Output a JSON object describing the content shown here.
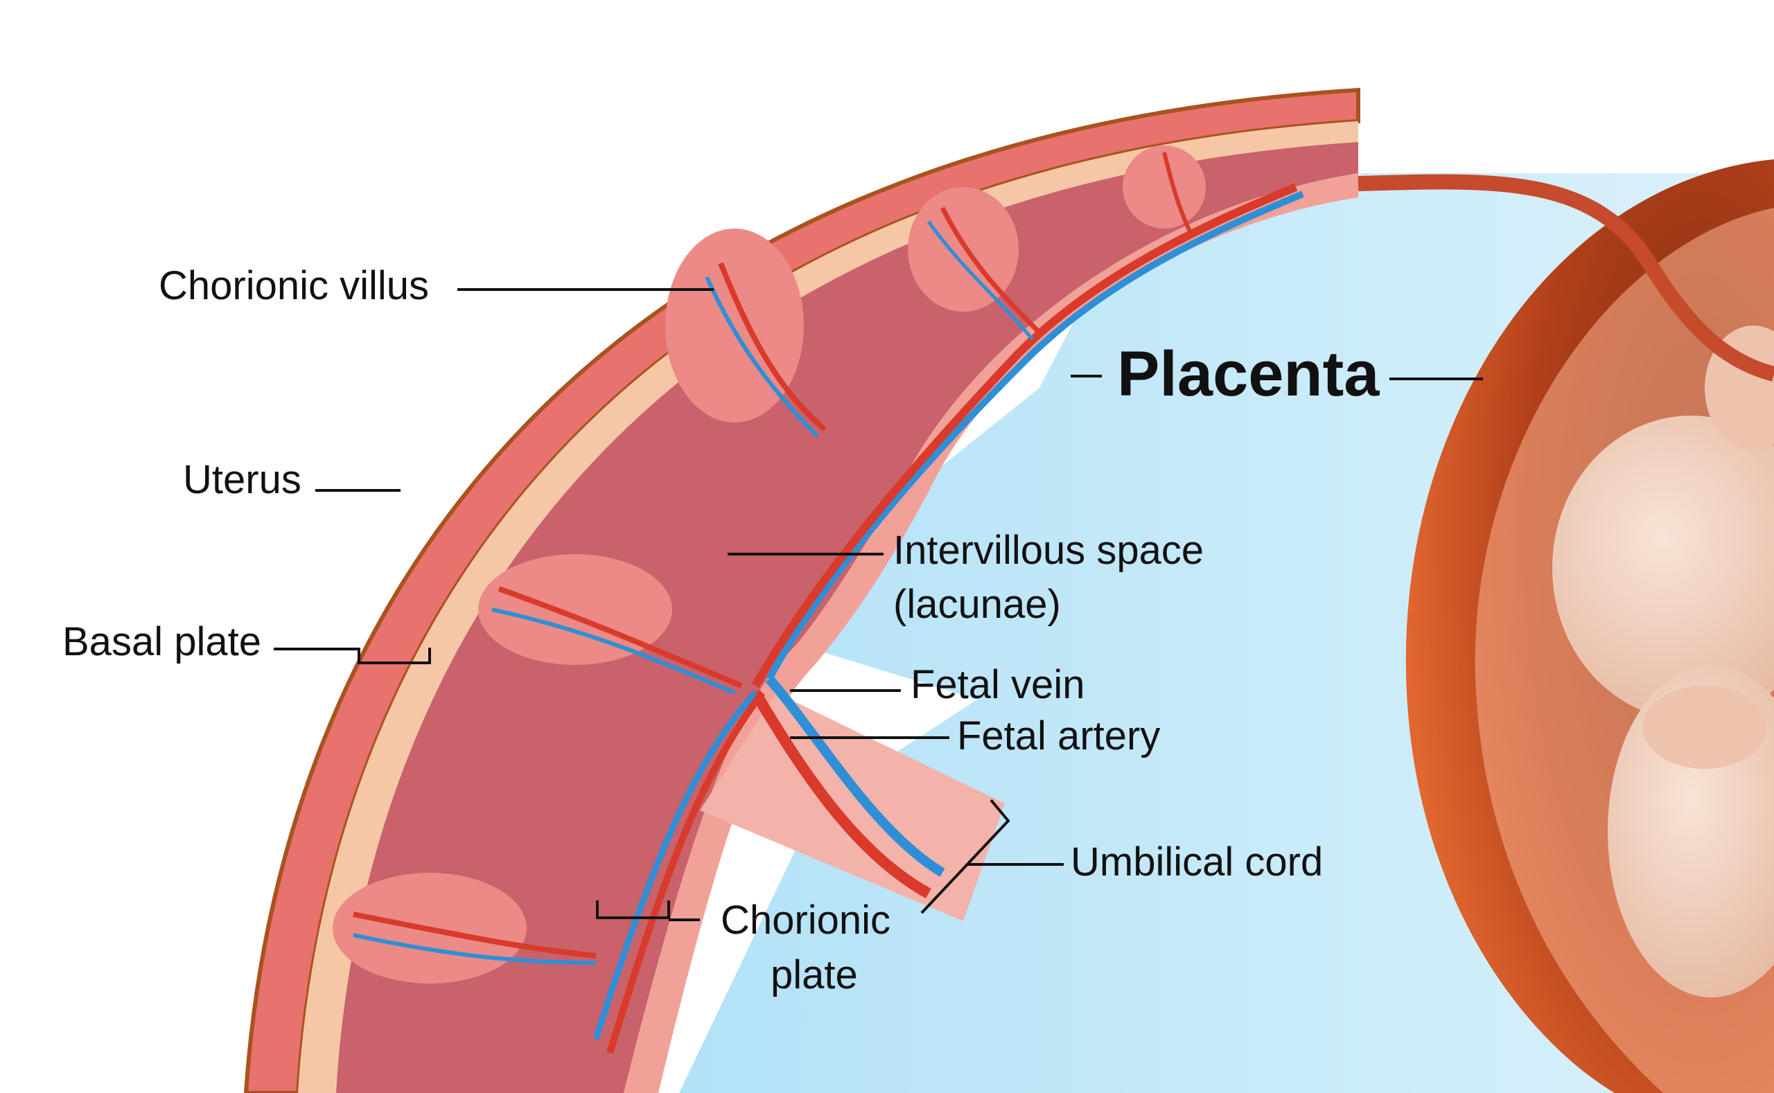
{
  "diagram": {
    "title": "Placenta",
    "labels": {
      "chorionic_villus": "Chorionic villus",
      "uterus": "Uterus",
      "basal_plate": "Basal plate",
      "intervillous_space": "Intervillous space",
      "intervillous_space_alt": "(lacunae)",
      "fetal_vein": "Fetal vein",
      "fetal_artery": "Fetal artery",
      "umbilical_cord": "Umbilical cord",
      "chorionic_plate_line1": "Chorionic",
      "chorionic_plate_line2": "plate"
    }
  },
  "colors": {
    "uterine_wall": "#e8726d",
    "uterine_outline": "#a9531f",
    "basal_tissue": "#f6c7a6",
    "intervillous": "#c9626b",
    "villus": "#eb8a86",
    "artery": "#d93a2b",
    "vein": "#2e8fd6",
    "amniotic_fluid": "#b9e5f7",
    "fetus_skin": "#f1d2c0",
    "uterus_muscle": "#c23c15"
  }
}
